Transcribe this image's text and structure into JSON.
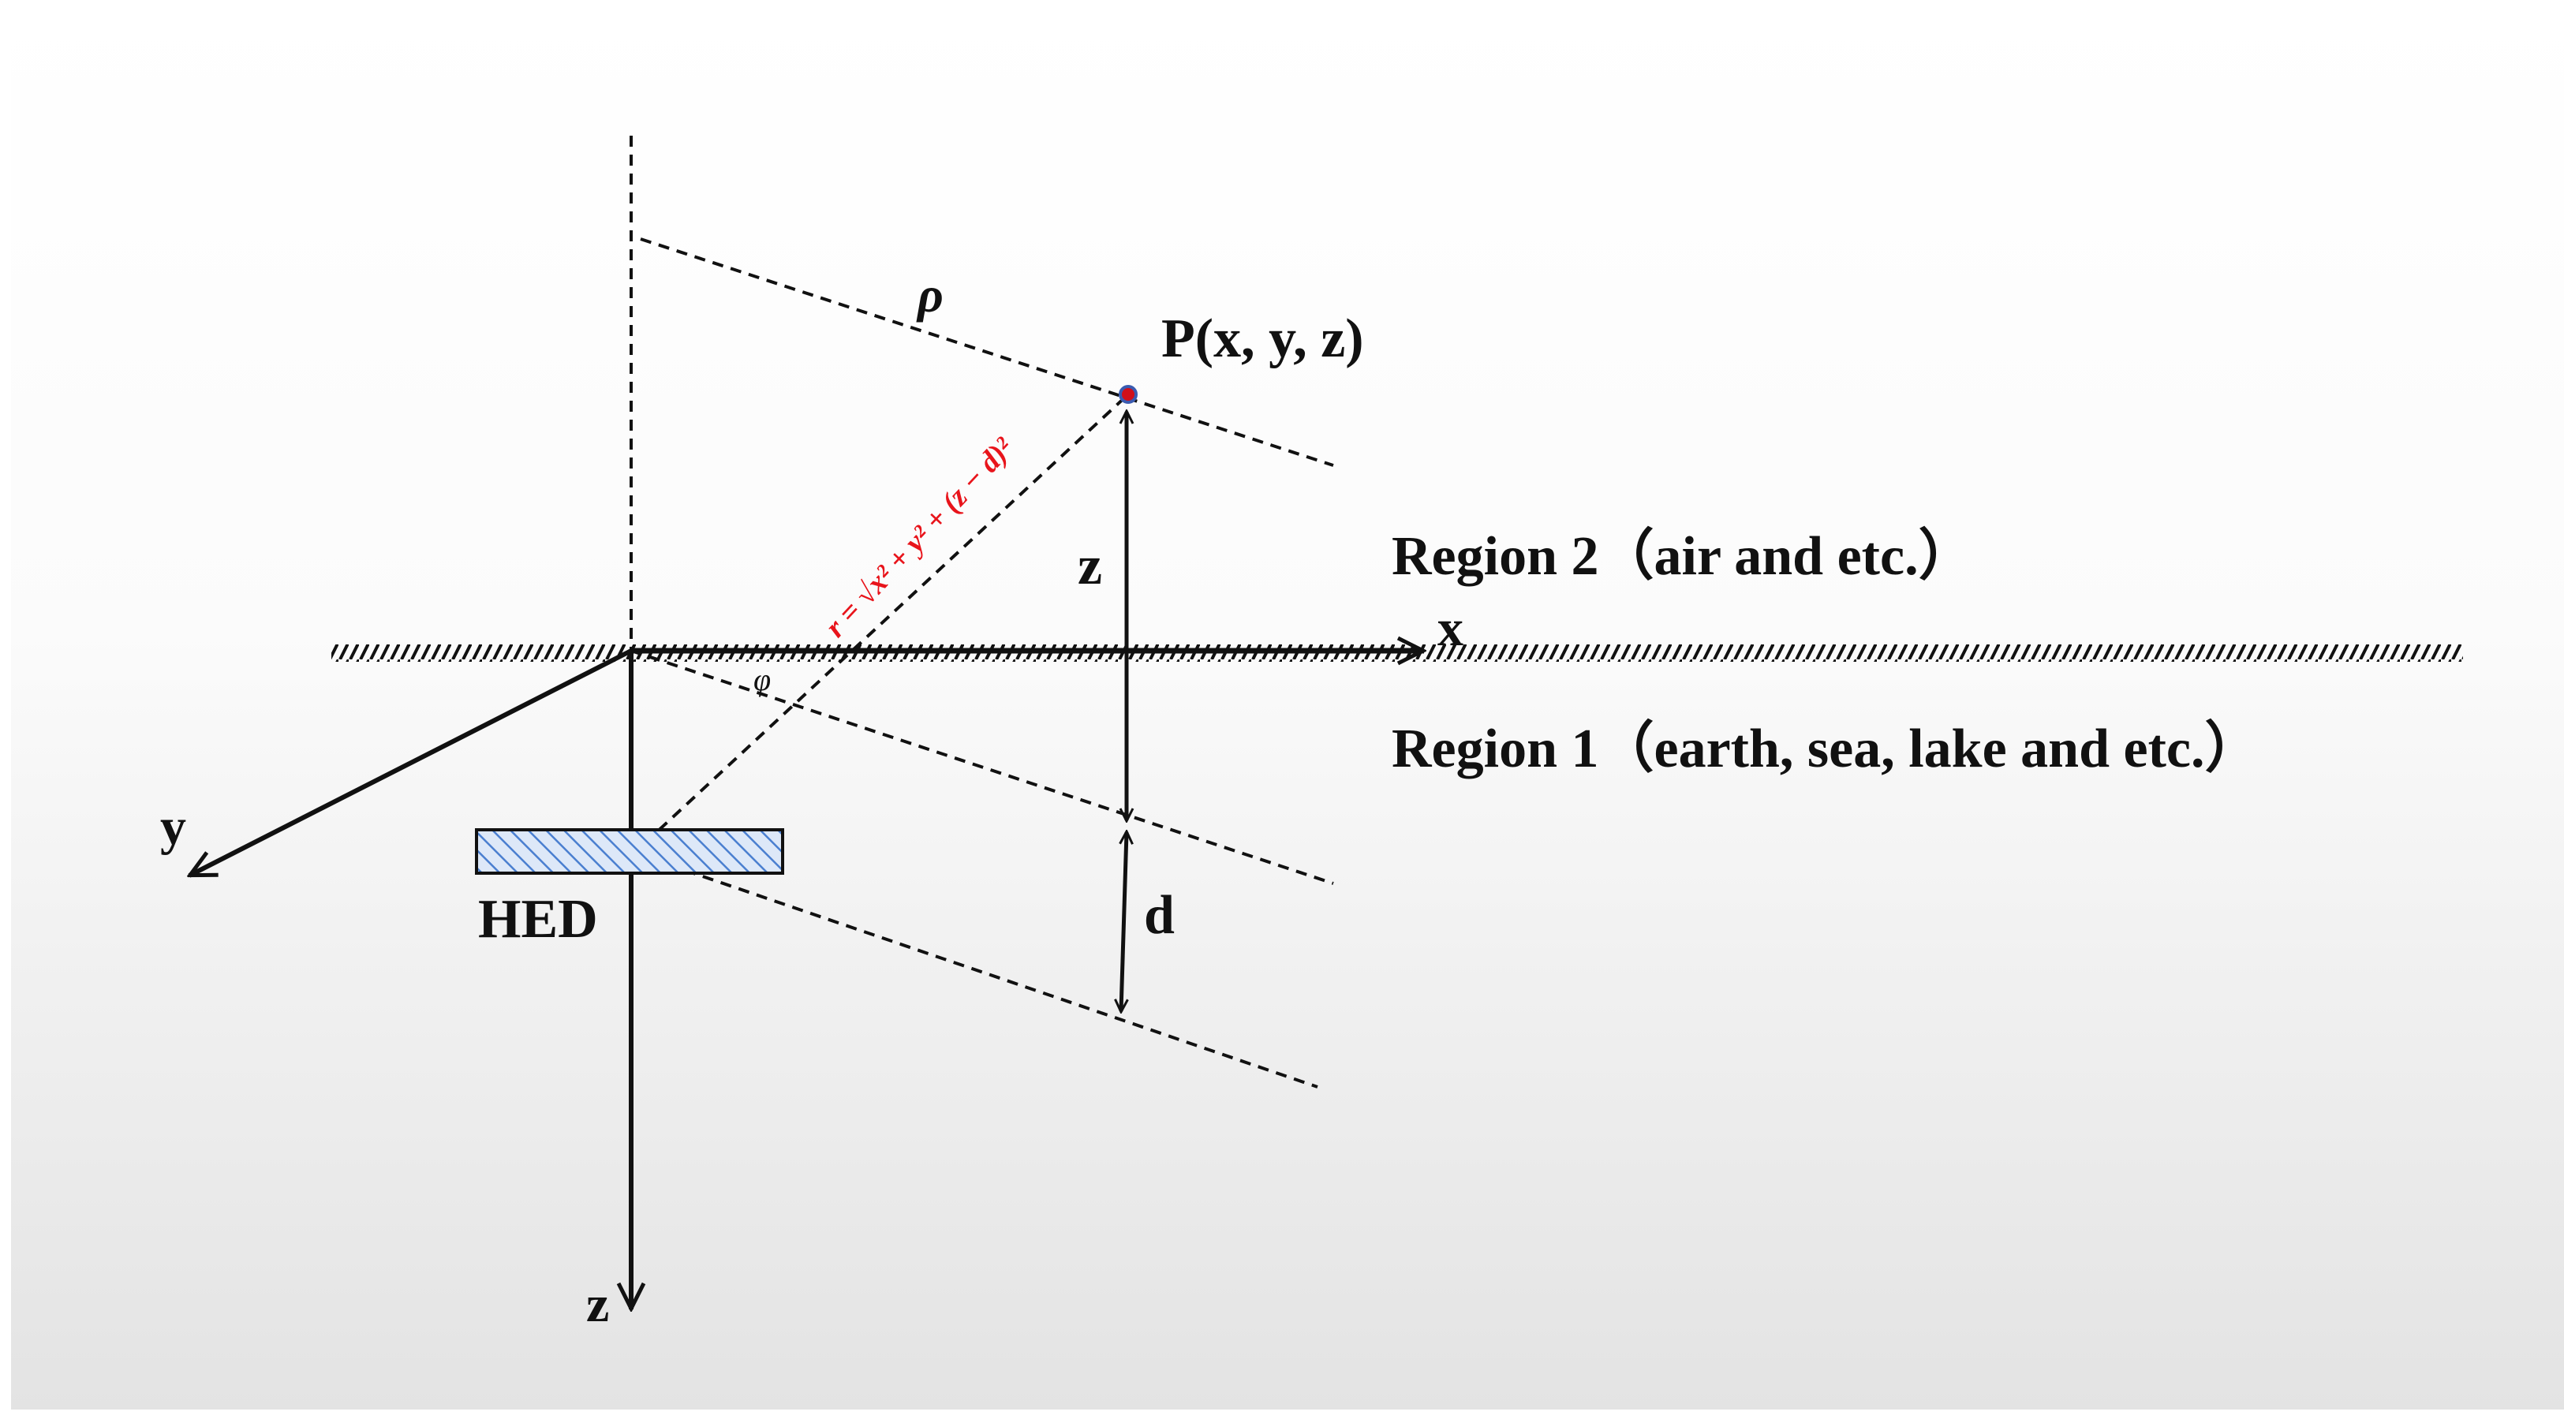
{
  "labels": {
    "point": "P(x, y, z)",
    "rho": "ρ",
    "region2": "Region 2（air and etc.）",
    "region1": "Region 1（earth, sea, lake and etc.）",
    "z_height": "z",
    "d_depth": "d",
    "hed": "HED",
    "phi": "φ",
    "axis_x": "x",
    "axis_y": "y",
    "axis_z": "z",
    "formula": "r = √x² + y² + (z − d)²"
  },
  "colors": {
    "background_top": "#ffffff",
    "background_bottom": "#e3e3e3",
    "line": "#111111",
    "formula": "#e8141b",
    "point_fill": "#d0101a",
    "point_ring": "#3a5bb0",
    "hed_hatch": "#4a7fd0",
    "hed_fill": "#dde8f8"
  }
}
